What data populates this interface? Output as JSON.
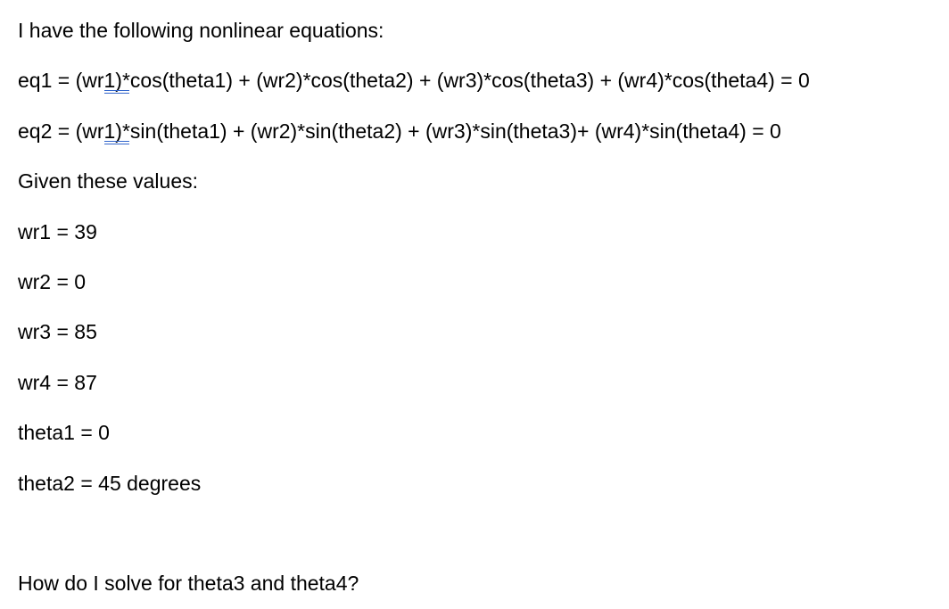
{
  "page": {
    "background_color": "#ffffff",
    "text_color": "#000000",
    "grammar_underline_color": "#3366cc"
  },
  "document": {
    "intro": "I have the following nonlinear equations:",
    "eq1": {
      "pre": "eq1 = (wr",
      "flagged": "1)*",
      "post": "cos(theta1) + (wr2)*cos(theta2) + (wr3)*cos(theta3) + (wr4)*cos(theta4) = 0"
    },
    "eq2": {
      "pre": "eq2 = (wr",
      "flagged": "1)*",
      "post": "sin(theta1) + (wr2)*sin(theta2) + (wr3)*sin(theta3)+ (wr4)*sin(theta4) = 0"
    },
    "given_label": "Given these values:",
    "values": [
      "wr1 = 39",
      "wr2 = 0",
      "wr3 = 85",
      "wr4 = 87",
      "theta1 = 0",
      "theta2 = 45 degrees"
    ],
    "question": "How do I solve for theta3 and theta4?"
  }
}
